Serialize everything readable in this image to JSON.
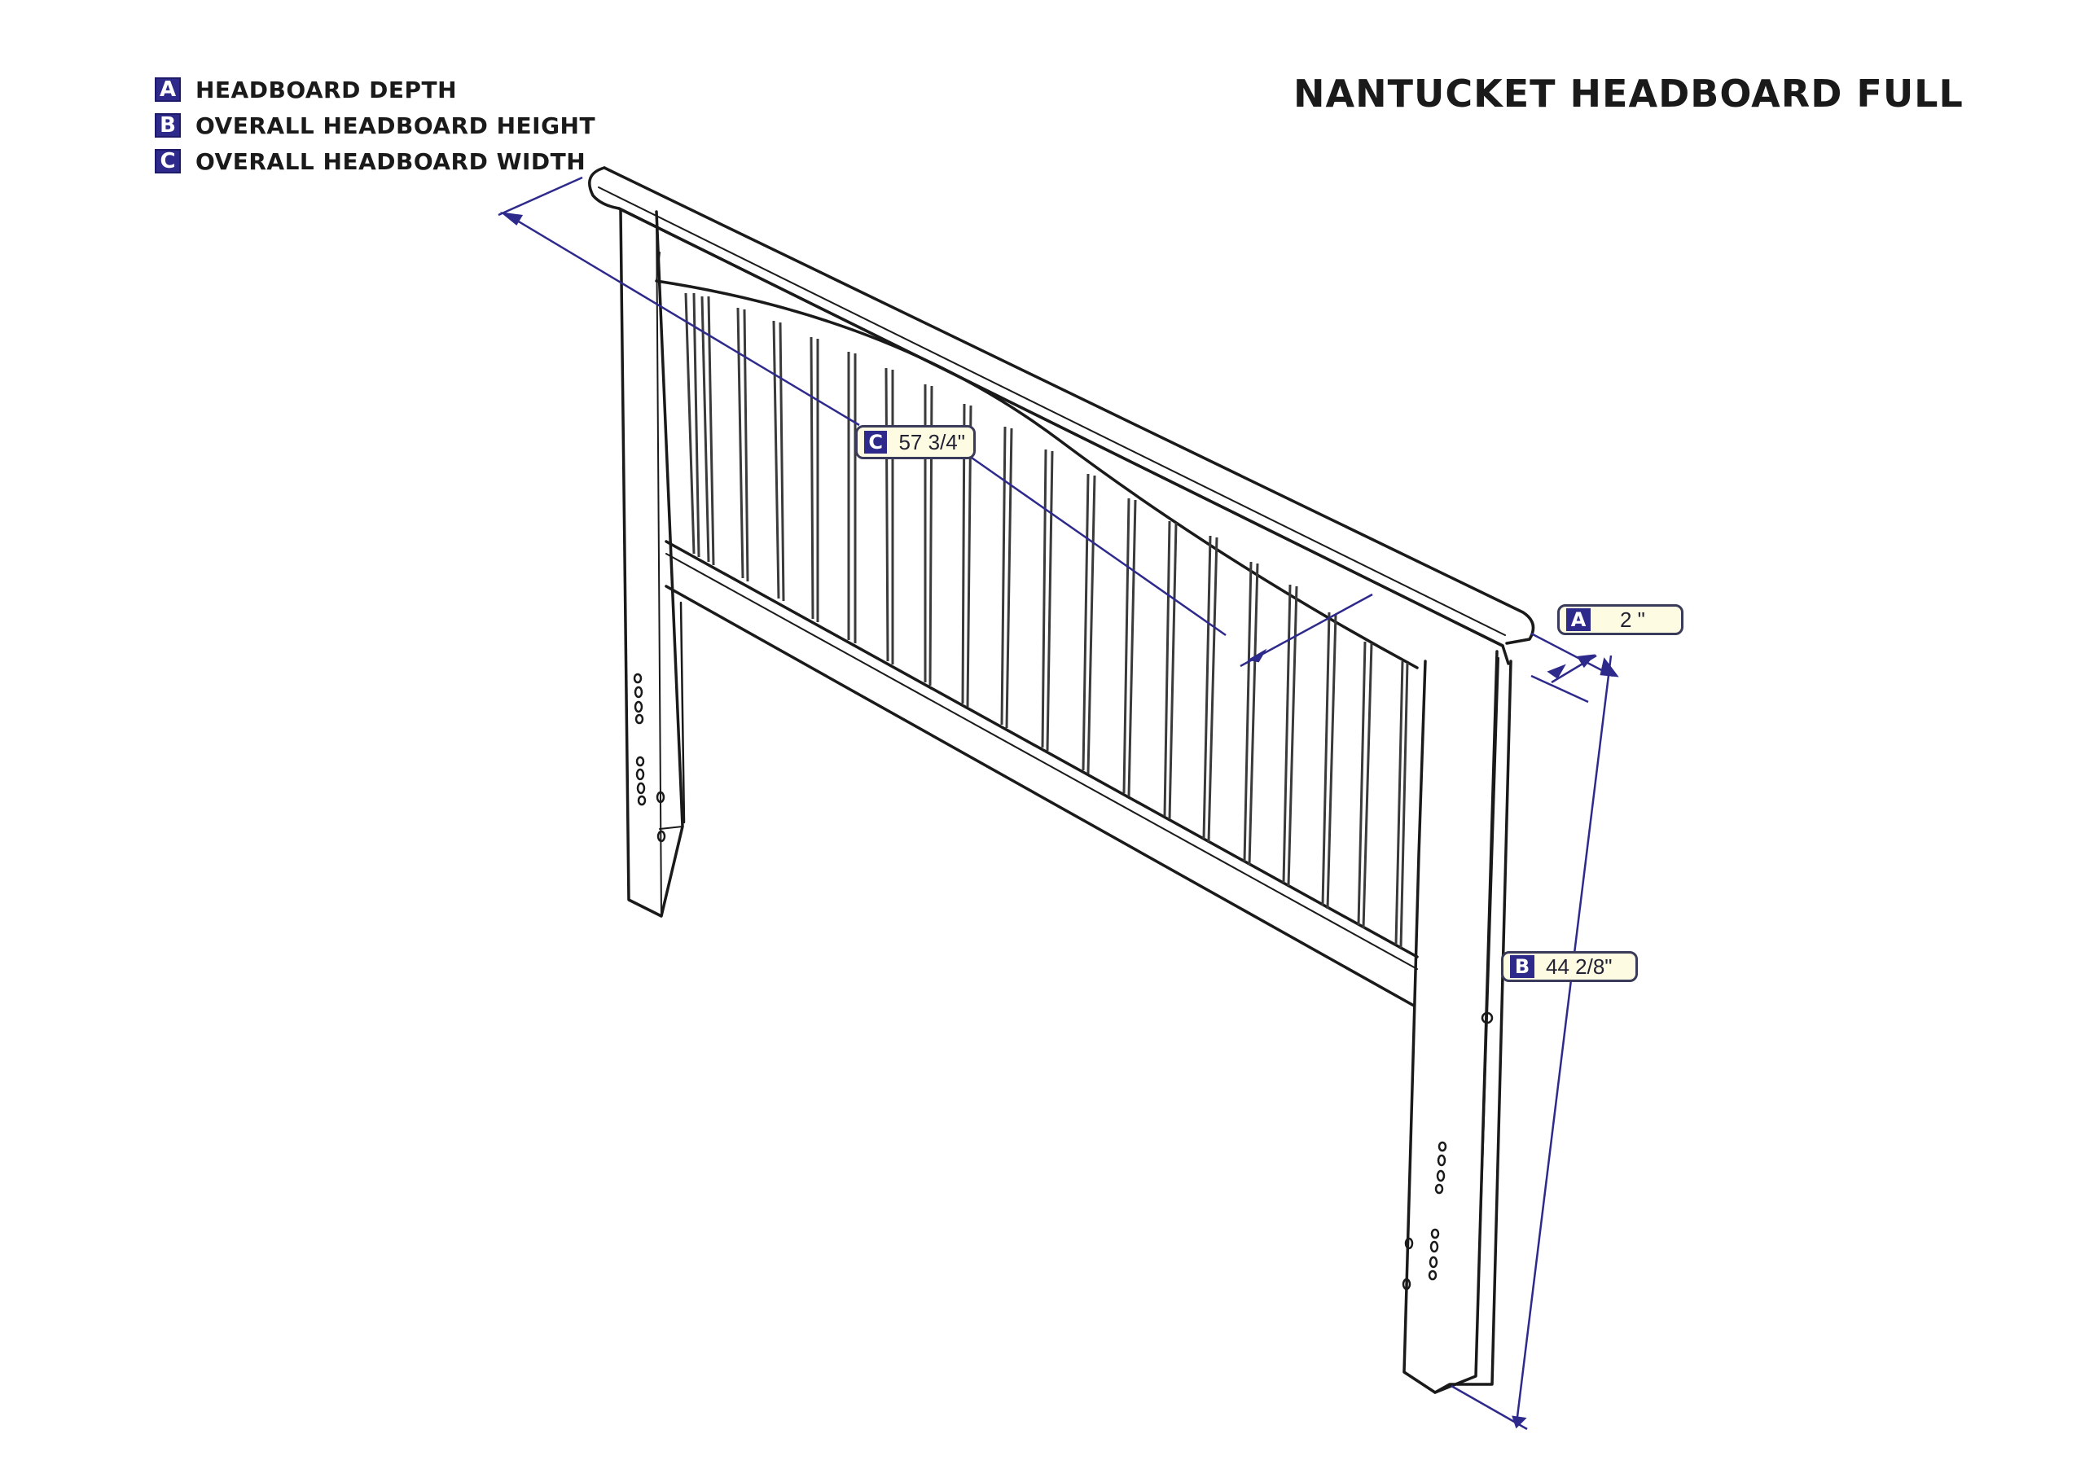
{
  "title": "NANTUCKET HEADBOARD FULL",
  "legend": [
    {
      "letter": "A",
      "label": "HEADBOARD DEPTH"
    },
    {
      "letter": "B",
      "label": "OVERALL HEADBOARD HEIGHT"
    },
    {
      "letter": "C",
      "label": "OVERALL HEADBOARD WIDTH"
    }
  ],
  "dimensions": {
    "A": {
      "letter": "A",
      "value": "2 \""
    },
    "B": {
      "letter": "B",
      "value": "44 2/8\""
    },
    "C": {
      "letter": "C",
      "value": "57 3/4\""
    }
  },
  "colors": {
    "badge": "#2e2a8c",
    "dimension_line": "#2e2a8c",
    "label_fill": "#fdfbe2",
    "line_art": "#1a1a1a"
  }
}
